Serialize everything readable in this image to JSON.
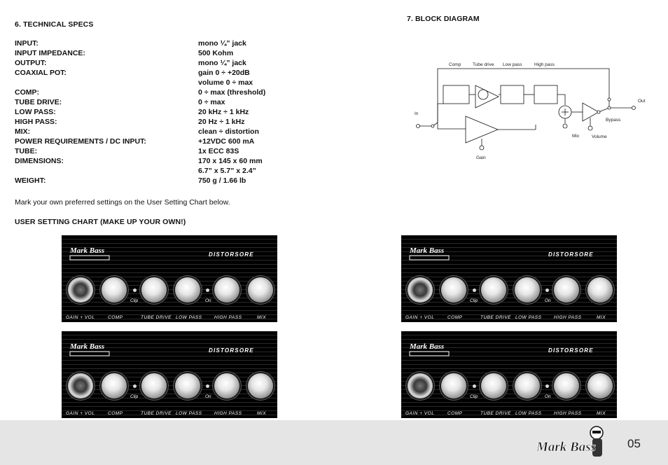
{
  "section6": {
    "title": "6. TECHNICAL SPECS"
  },
  "specs": [
    {
      "label": "INPUT:",
      "value": "mono ¼” jack"
    },
    {
      "label": "INPUT IMPEDANCE:",
      "value": "500 Kohm"
    },
    {
      "label": "OUTPUT:",
      "value": "mono ¼” jack"
    },
    {
      "label": "COAXIAL POT:",
      "value": "gain 0 ÷ +20dB"
    },
    {
      "label": "",
      "value": "volume 0 ÷ max"
    },
    {
      "label": "COMP:",
      "value": "0 ÷ max (threshold)"
    },
    {
      "label": "TUBE DRIVE:",
      "value": "0 ÷ max"
    },
    {
      "label": "LOW PASS:",
      "value": "20 kHz ÷ 1 kHz"
    },
    {
      "label": "HIGH PASS:",
      "value": "20 Hz ÷ 1 kHz"
    },
    {
      "label": "MIX:",
      "value": "clean ÷ distortion"
    },
    {
      "label": "POWER REQUIREMENTS / DC INPUT:",
      "value": "+12VDC 600 mA"
    },
    {
      "label": "TUBE:",
      "value": "1x ECC 83S"
    },
    {
      "label": "DIMENSIONS:",
      "value": "170 x 145 x 60 mm"
    },
    {
      "label": "",
      "value": "6.7” x 5.7” x 2.4”"
    },
    {
      "label": "WEIGHT:",
      "value": "750 g  / 1.66 lb"
    }
  ],
  "note": "Mark your own preferred settings on the User Setting Chart below.",
  "chart_title": "USER SETTING CHART (MAKE UP YOUR OWN!)",
  "section7": {
    "title": "7. BLOCK DIAGRAM"
  },
  "diagram": {
    "labels": {
      "comp": "Comp",
      "tube_drive": "Tube drive",
      "low_pass": "Low pass",
      "high_pass": "High pass",
      "in": "In",
      "out": "Out",
      "mix": "Mix",
      "volume": "Volume",
      "bypass": "Bypass",
      "gain": "Gain"
    }
  },
  "panel": {
    "brand": "Mark Bass",
    "model": "DISTORSORE",
    "clip": "Clip",
    "on": "On",
    "labels": [
      "GAIN + VOL",
      "COMP",
      "TUBE DRIVE",
      "LOW PASS",
      "HIGH PASS",
      "MIX"
    ]
  },
  "footer": {
    "page_number": "05",
    "brand": "Mark Bass"
  }
}
